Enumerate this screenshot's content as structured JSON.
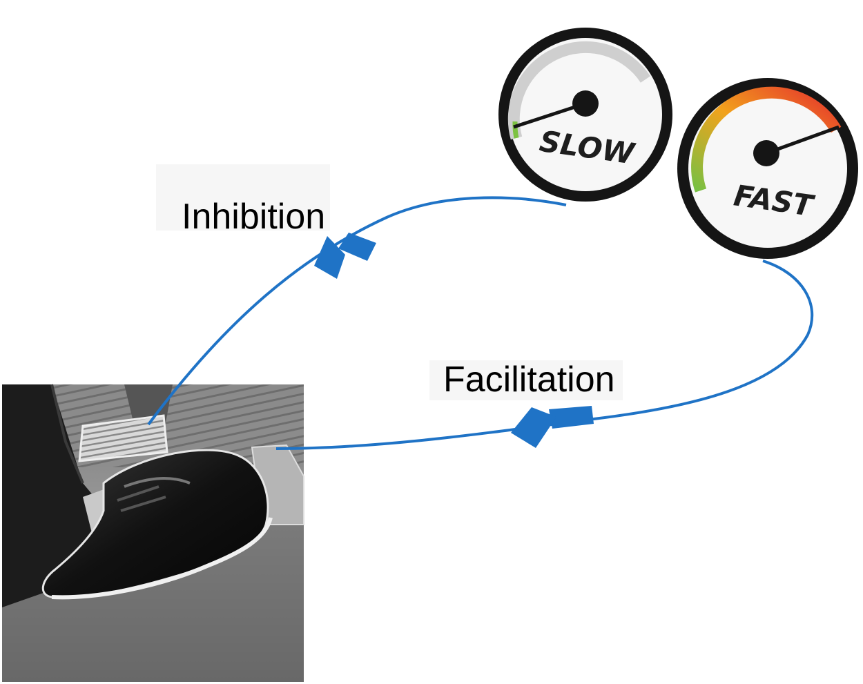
{
  "labels": {
    "inhibition": "Inhibition",
    "facilitation": "Facilitation"
  },
  "gauges": {
    "slow": {
      "word": "SLOW",
      "level": 0.03
    },
    "fast": {
      "word": "FAST",
      "level": 0.97
    }
  },
  "photo": {
    "subject": "foot-on-car-pedals"
  },
  "colors": {
    "arrow": "#1f73c6",
    "gauge_rim": "#151515",
    "slow_scale": "#cfcfcf",
    "slow_tip": "#7dc242",
    "fast_low": "#78c043",
    "fast_mid": "#f2a21c",
    "fast_high": "#e5322d"
  },
  "icons": [
    "speedometer-icon",
    "arrow-icon"
  ]
}
